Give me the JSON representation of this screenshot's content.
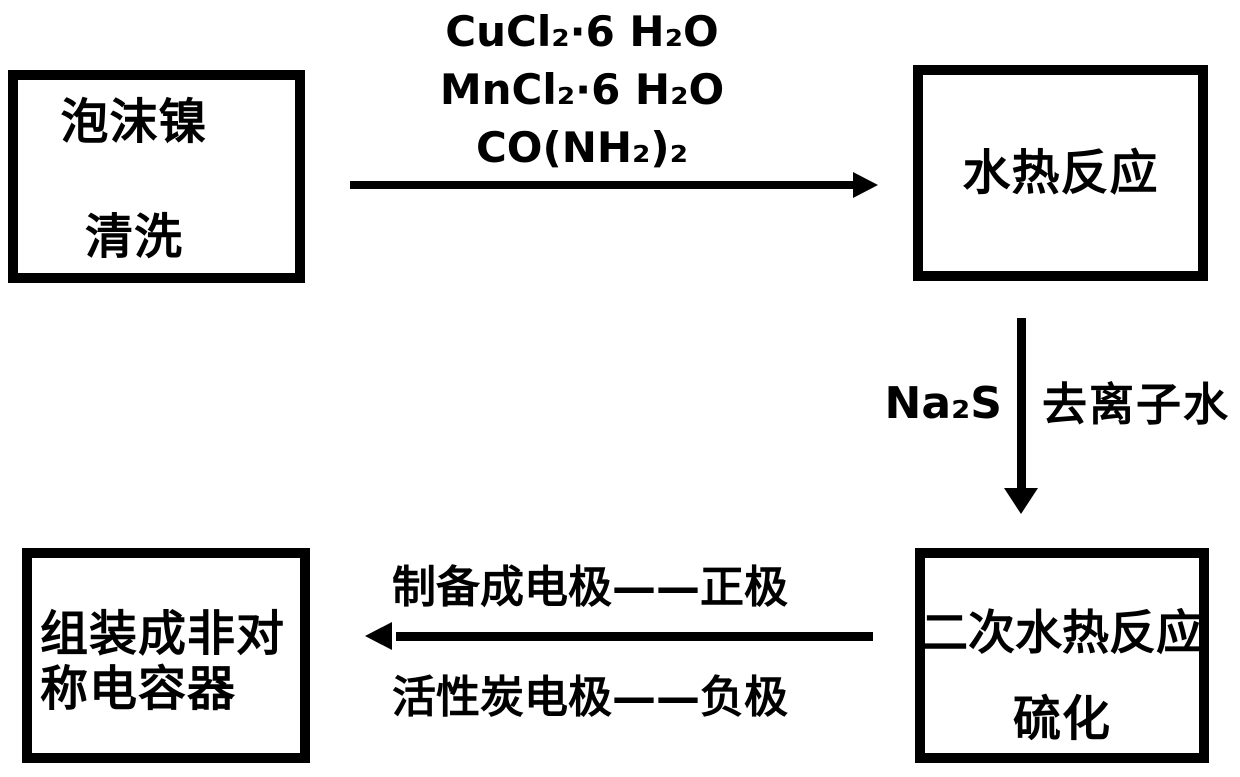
{
  "figure": {
    "type": "process-flowchart",
    "colors": {
      "ink": "#000000",
      "background": "#ffffff"
    },
    "boxes": [
      {
        "id": "nickel-foam",
        "line1": "泡沫镍",
        "line2": "清洗"
      },
      {
        "id": "hydrothermal",
        "line1": "水热反应"
      },
      {
        "id": "second-hydrothermal",
        "line1": "二次水热反应",
        "line2": "硫化"
      },
      {
        "id": "capacitor",
        "line1": "组装成非对",
        "line2": "称电容器"
      }
    ],
    "step1": {
      "reagent1": "CuCl₂·6 H₂O",
      "reagent2": "MnCl₂·6 H₂O",
      "reagent3": "CO(NH₂)₂"
    },
    "step2": {
      "left_label": "Na₂S",
      "right_label": "去离子水"
    },
    "step3": {
      "above_label": "制备成电极——正极",
      "below_label": "活性炭电极——负极"
    }
  }
}
